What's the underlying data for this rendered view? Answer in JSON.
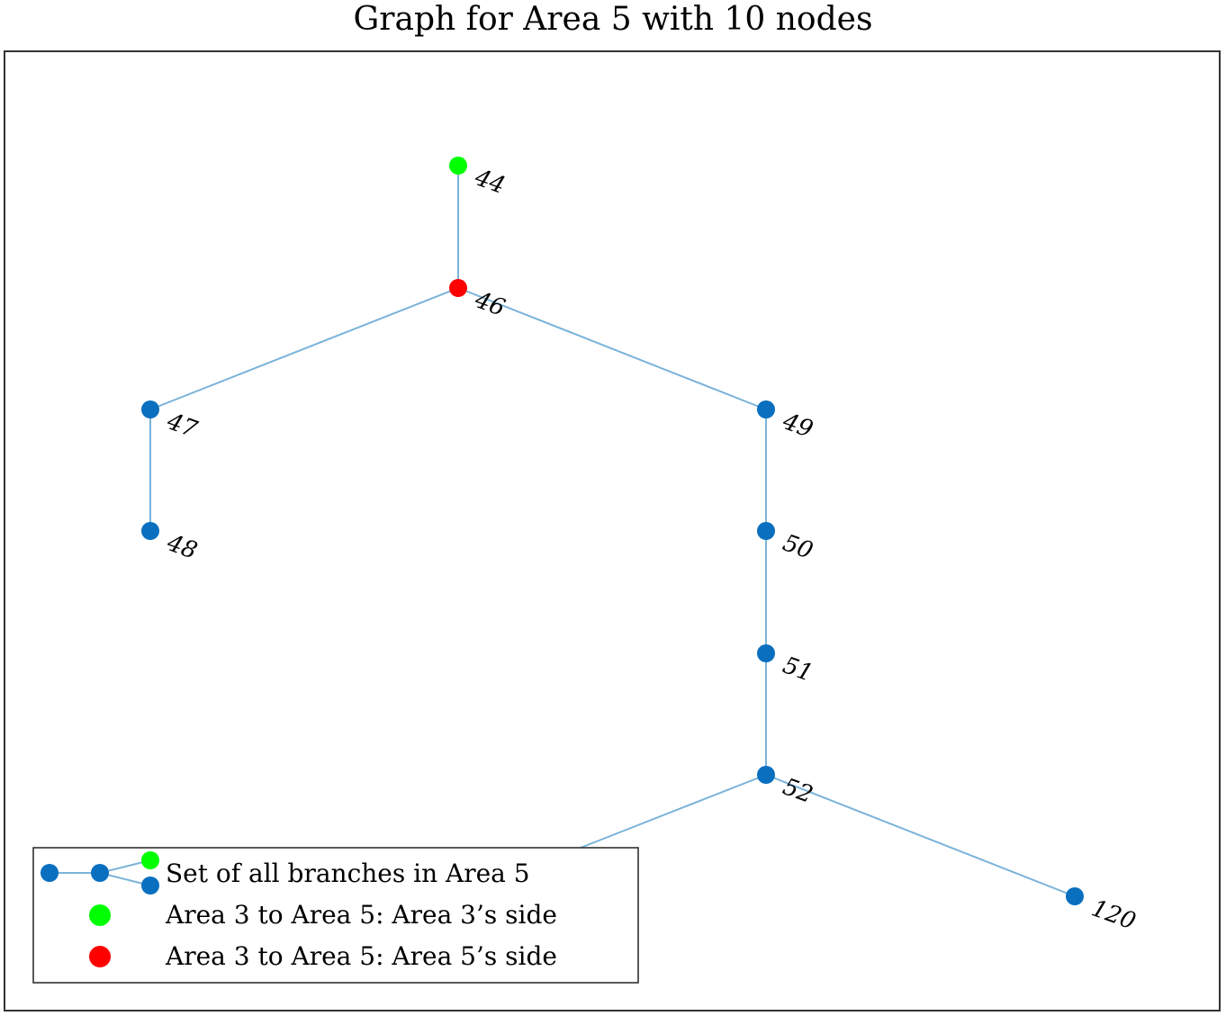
{
  "title": "Graph for Area 5 with 10 nodes",
  "colors": {
    "node_default": "#0a6fbf",
    "node_area3_side": "#00ff00",
    "node_area5_side": "#ff0000",
    "edge": "#7ab3d9"
  },
  "nodes": [
    {
      "id": "44",
      "label": "44",
      "role": "area3_side"
    },
    {
      "id": "46",
      "label": "46",
      "role": "area5_side"
    },
    {
      "id": "47",
      "label": "47",
      "role": "default"
    },
    {
      "id": "48",
      "label": "48",
      "role": "default"
    },
    {
      "id": "49",
      "label": "49",
      "role": "default"
    },
    {
      "id": "50",
      "label": "50",
      "role": "default"
    },
    {
      "id": "51",
      "label": "51",
      "role": "default"
    },
    {
      "id": "52",
      "label": "52",
      "role": "default"
    },
    {
      "id": "120",
      "label": "120",
      "role": "default"
    }
  ],
  "edges": [
    [
      "44",
      "46"
    ],
    [
      "46",
      "47"
    ],
    [
      "46",
      "49"
    ],
    [
      "47",
      "48"
    ],
    [
      "49",
      "50"
    ],
    [
      "50",
      "51"
    ],
    [
      "51",
      "52"
    ],
    [
      "52",
      "120"
    ],
    [
      "52",
      "hidden"
    ]
  ],
  "legend": {
    "items": [
      {
        "label": "Set of all branches in Area 5",
        "kind": "branches"
      },
      {
        "label": "Area 3 to Area 5: Area 3’s side",
        "kind": "area3_side"
      },
      {
        "label": "Area 3 to Area 5: Area 5’s side",
        "kind": "area5_side"
      }
    ]
  }
}
